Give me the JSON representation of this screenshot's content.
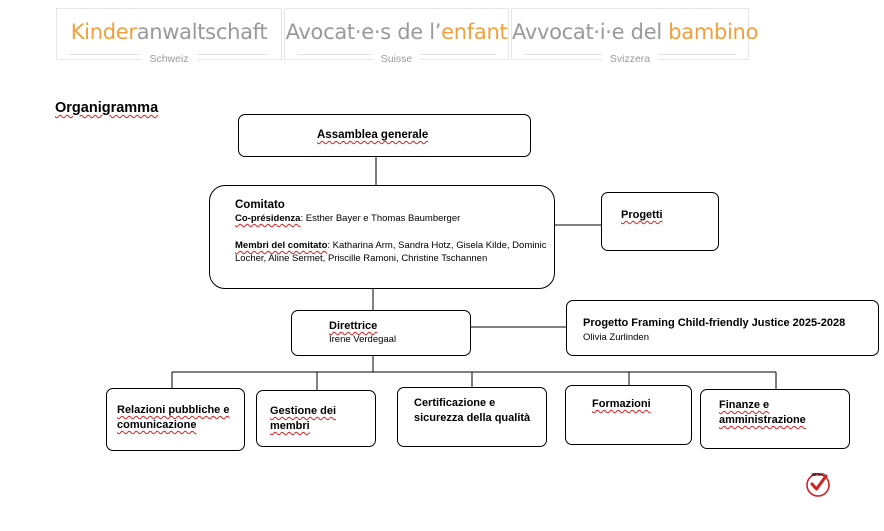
{
  "header": {
    "logos": [
      {
        "part_orange": "Kinder",
        "part_gray": "anwaltschaft",
        "country": "Schweiz",
        "orange_first": true
      },
      {
        "part_gray": "Avocat·e·s de l’",
        "part_orange": "enfant",
        "country": "Suisse",
        "orange_first": false
      },
      {
        "part_gray": "Avvocat·i·e del ",
        "part_orange": "bambino",
        "country": "Svizzera",
        "orange_first": false
      }
    ]
  },
  "page_title": "Organigramma",
  "org": {
    "assembly": "Assamblea generale",
    "committee": {
      "title": "Comitato",
      "copres_label": "Co-présidenza",
      "copres_value": ": Esther Bayer e Thomas Baumberger",
      "members_label": "Membri del comitato",
      "members_value": ": Katharina Arm, Sandra Hotz, Gisela Kilde, Dominic Locher, Aline Sermet, Priscille Ramoni, Christine Tschannen"
    },
    "projects": "Progetti",
    "director": {
      "title": "Direttrice",
      "name": "Irene Verdegaal"
    },
    "framing": {
      "title": "Progetto Framing Child-friendly Justice 2025-2028",
      "name": "Olivia Zurlinden"
    },
    "departments": [
      "Relazioni pubbliche e comunicazione",
      "Gestione dei membri",
      "Certificazione e sicurezza della qualità",
      "Formazioni",
      "Finanze e amministrazione"
    ]
  },
  "colors": {
    "accent_orange": "#f0a13e",
    "logo_gray": "#9a9a9a",
    "spell_underline": "#d42020",
    "zewo_red": "#d42020"
  },
  "icons": {
    "certification_seal": "zewo-seal-icon"
  }
}
